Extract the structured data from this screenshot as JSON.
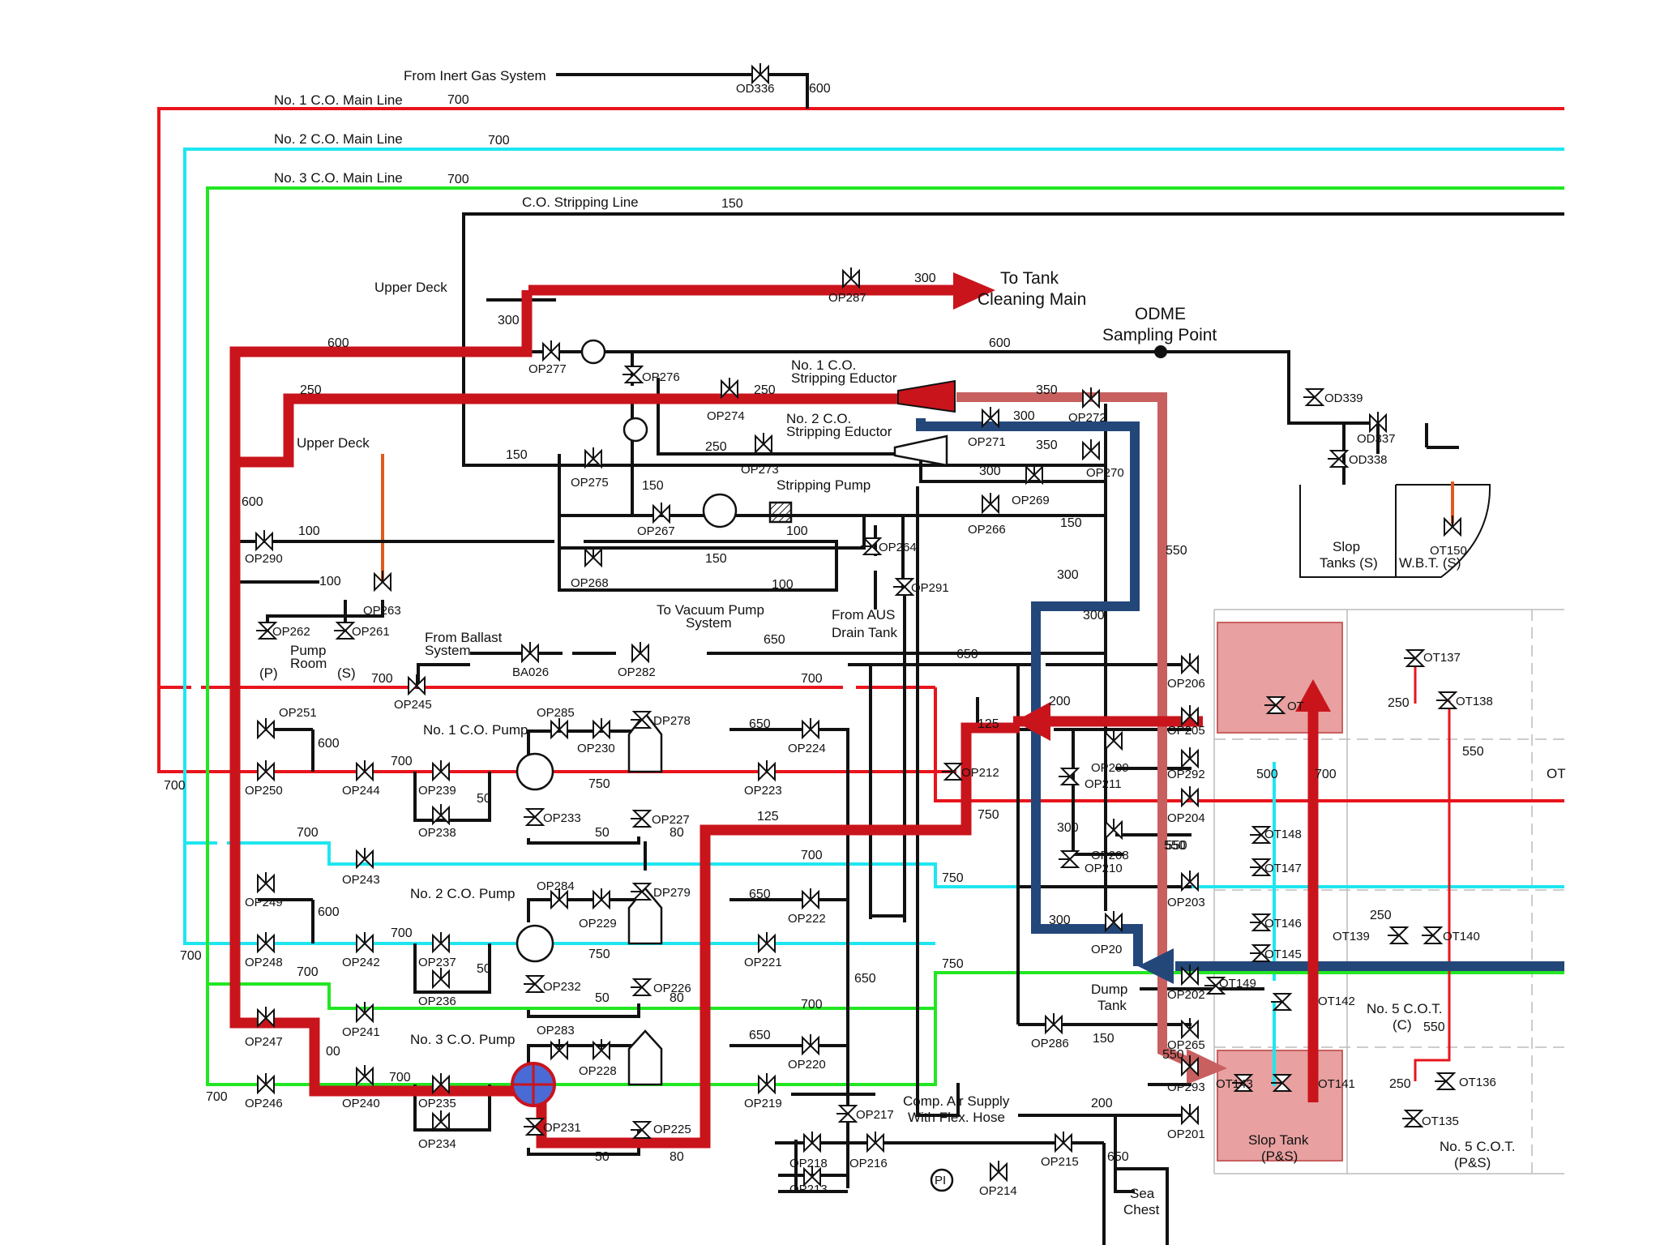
{
  "colors": {
    "line1_red": "#e8141c",
    "line2_cyan": "#1ee6f0",
    "line3_green": "#22e622",
    "stripping_black": "#111111",
    "flow_red_thick": "#c9141c",
    "flow_pink": "#c86060",
    "flow_blue": "#24477a",
    "slop_tank_fill": "#e8a0a0",
    "ballast_orange": "#e05a1e"
  },
  "lines": {
    "inert_gas": "From Inert Gas System",
    "main1": "No. 1 C.O. Main Line",
    "main2": "No. 2 C.O. Main Line",
    "main3": "No. 3 C.O. Main Line",
    "stripping": "C.O. Stripping Line",
    "to_tank_cleaning_1": "To Tank",
    "to_tank_cleaning_2": "Cleaning Main",
    "odme_1": "ODME",
    "odme_2": "Sampling Point",
    "upper_deck_1": "Upper Deck",
    "upper_deck_2": "Upper Deck",
    "eductor1_a": "No. 1 C.O.",
    "eductor1_b": "Stripping Eductor",
    "eductor2_a": "No. 2 C.O.",
    "eductor2_b": "Stripping Eductor",
    "stripping_pump": "Stripping Pump",
    "pump_room_a": "Pump",
    "pump_room_b": "Room",
    "p": "(P)",
    "s": "(S)",
    "from_ballast_a": "From Ballast",
    "from_ballast_b": "System",
    "vacuum_a": "To Vacuum Pump",
    "vacuum_b": "System",
    "aus_a": "From AUS",
    "aus_b": "Drain Tank",
    "pump1": "No. 1 C.O. Pump",
    "pump2": "No. 2 C.O. Pump",
    "pump3": "No. 3 C.O. Pump",
    "dump_a": "Dump",
    "dump_b": "Tank",
    "comp_air_a": "Comp. Air Supply",
    "comp_air_b": "With Flex. Hose",
    "sea_a": "Sea",
    "sea_b": "Chest",
    "slop_s_a": "Slop",
    "slop_s_b": "Tanks (S)",
    "wbt": "W.B.T. (S)",
    "slop_ps_a": "Slop Tank",
    "slop_ps_b": "(P&S)",
    "cot5c_a": "No. 5 C.O.T.",
    "cot5c_b": "(C)",
    "cot5ps_a": "No. 5 C.O.T.",
    "cot5ps_b": "(P&S)",
    "ot": "OT",
    "pi": "PI"
  },
  "valves": {
    "OD336": "OD336",
    "OD337": "OD337",
    "OD338": "OD338",
    "OD339": "OD339",
    "OP287": "OP287",
    "OP277": "OP277",
    "OP276": "OP276",
    "OP274": "OP274",
    "OP273": "OP273",
    "OP272": "OP272",
    "OP271": "OP271",
    "OP270": "OP270",
    "OP275": "OP275",
    "OP267": "OP267",
    "OP269": "OP269",
    "OP266": "OP266",
    "OP268": "OP268",
    "OP264": "OP264",
    "OP291": "OP291",
    "OP290": "OP290",
    "OP263": "OP263",
    "OP262": "OP262",
    "OP261": "OP261",
    "OP245": "OP245",
    "BA026": "BA026",
    "OP282": "OP282",
    "OP251": "OP251",
    "OP250": "OP250",
    "OP244": "OP244",
    "OP239": "OP239",
    "OP238": "OP238",
    "OP285": "OP285",
    "OP230": "OP230",
    "OP278": "DP278",
    "OP233": "OP233",
    "OP227": "OP227",
    "OP224": "OP224",
    "OP223": "OP223",
    "OP212": "OP212",
    "OP206": "OP206",
    "OP205": "OP205",
    "OP292": "OP292",
    "OP204": "OP204",
    "OP209": "OP209",
    "OP211": "OP211",
    "OP208": "OP208",
    "OP210": "OP210",
    "OP203": "OP203",
    "OP243": "OP243",
    "OP249": "OP249",
    "OP248": "OP248",
    "OP242": "OP242",
    "OP237": "OP237",
    "OP236": "OP236",
    "OP284": "OP284",
    "OP229": "OP229",
    "OP279": "DP279",
    "OP232": "OP232",
    "OP226": "OP226",
    "OP222": "OP222",
    "OP221": "OP221",
    "OP207": "OP20",
    "OP202": "OP202",
    "OP247": "OP247",
    "OP241": "OP241",
    "OP246": "OP246",
    "OP240": "OP240",
    "OP235": "OP235",
    "OP234": "OP234",
    "OP283": "OP283",
    "OP228": "OP228",
    "OP231": "OP231",
    "OP225": "OP225",
    "OP220": "OP220",
    "OP219": "OP219",
    "OP217": "OP217",
    "OP218": "OP218",
    "OP216": "OP216",
    "OP213": "OP213",
    "OP214": "OP214",
    "OP215": "OP215",
    "OP286": "OP286",
    "OP265": "OP265",
    "OP293": "OP293",
    "OP201": "OP201",
    "OT150": "OT150",
    "OT137": "OT137",
    "OT138": "OT138",
    "OT148": "OT148",
    "OT147": "OT147",
    "OT146": "OT146",
    "OT145": "OT145",
    "OT149": "OT149",
    "OT142": "OT142",
    "OT143": "OT143",
    "OT141": "OT141",
    "OT139": "OT139",
    "OT140": "OT140",
    "OT136": "OT136",
    "OT135": "OT135",
    "OT_top": "OT"
  },
  "sizes": {
    "s600a": "600",
    "s700a": "700",
    "s700b": "700",
    "s700c": "700",
    "s150a": "150",
    "s300a": "300",
    "s300b": "300",
    "s600b": "600",
    "s600c": "600",
    "s250a": "250",
    "s600d": "600",
    "s250b": "250",
    "s350a": "350",
    "s300c": "300",
    "s250c": "250",
    "s350b": "350",
    "s150b": "150",
    "s300d": "300",
    "s150c": "150",
    "s100a": "100",
    "s150d": "150",
    "s100b": "100",
    "s550a": "550",
    "s300e": "300",
    "s100c": "100",
    "s150e": "150",
    "s100d": "100",
    "s300f": "300",
    "s650a": "650",
    "s700d": "700",
    "s650b": "650",
    "s700e": "700",
    "s200a": "200",
    "s125a": "125",
    "s600e": "600",
    "s700f": "700",
    "s650c": "650",
    "s750a": "750",
    "s50a": "50",
    "s50b": "50",
    "s80a": "80",
    "s125b": "125",
    "s300g": "300",
    "s750b": "750",
    "s700g": "700",
    "s700h": "700",
    "s700i": "700",
    "s600f": "600",
    "s700j": "700",
    "s650d": "650",
    "s750c": "750",
    "s50c": "50",
    "s50d": "50",
    "s80b": "80",
    "s300h": "300",
    "s750d": "750",
    "s700k": "700",
    "s700l": "700",
    "s650e": "650",
    "s700m": "700",
    "s650f": "650",
    "s750e": "750",
    "s50e": "50",
    "s80c": "80",
    "s700n": "700",
    "s00": "00",
    "s150f": "150",
    "s550b": "550",
    "s200b": "200",
    "s650g": "650",
    "s500": "500",
    "s700o": "700",
    "s550c": "550",
    "s250d": "250",
    "s550d": "550",
    "s250e": "250",
    "s550e": "550",
    "s250f": "250",
    "s550f": "550",
    "s700p": "700"
  }
}
